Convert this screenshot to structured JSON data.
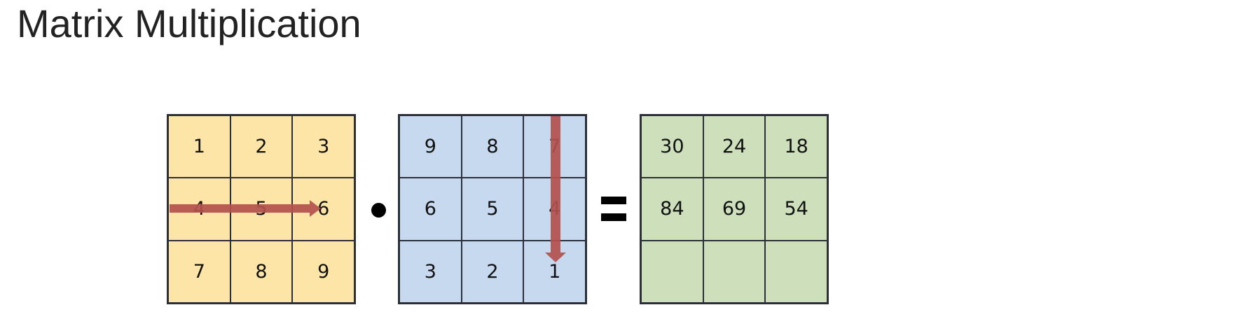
{
  "title": "Matrix Multiplication",
  "colors": {
    "matrix_a_fill": "#fce5a6",
    "matrix_b_fill": "#c6d9ef",
    "matrix_c_fill": "#cde0bb",
    "arrow": "#b3514d"
  },
  "operators": {
    "dot": "dot-operator",
    "equals": "equals-operator"
  },
  "matrices": {
    "a": [
      [
        "1",
        "2",
        "3"
      ],
      [
        "4",
        "5",
        "6"
      ],
      [
        "7",
        "8",
        "9"
      ]
    ],
    "b": [
      [
        "9",
        "8",
        "7"
      ],
      [
        "6",
        "5",
        "4"
      ],
      [
        "3",
        "2",
        "1"
      ]
    ],
    "c": [
      [
        "30",
        "24",
        "18"
      ],
      [
        "84",
        "69",
        "54"
      ],
      [
        "",
        "",
        ""
      ]
    ]
  },
  "highlights": {
    "row_arrow": "matrix A row 2",
    "column_arrow": "matrix B column 3"
  }
}
